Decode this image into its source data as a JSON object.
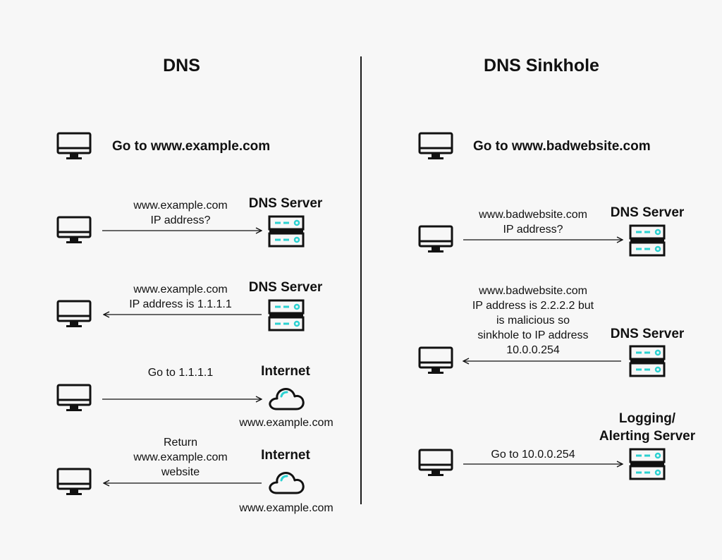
{
  "titles": {
    "left": "DNS",
    "right": "DNS Sinkhole"
  },
  "left": {
    "heading": "Go to www.example.com",
    "rows": [
      {
        "lines": [
          "www.example.com",
          "IP address?"
        ],
        "target_label": [
          "DNS Server"
        ],
        "icon": "server-icon",
        "direction": "right"
      },
      {
        "lines": [
          "www.example.com",
          "IP address is 1.1.1.1"
        ],
        "target_label": [
          "DNS Server"
        ],
        "icon": "server-icon",
        "direction": "left"
      },
      {
        "lines": [
          "Go to 1.1.1.1"
        ],
        "target_label": [
          "Internet"
        ],
        "target_sub": "www.example.com",
        "icon": "cloud-icon",
        "direction": "right"
      },
      {
        "lines": [
          "Return",
          "www.example.com",
          "website"
        ],
        "target_label": [
          "Internet"
        ],
        "target_sub": "www.example.com",
        "icon": "cloud-icon",
        "direction": "left"
      }
    ]
  },
  "right": {
    "heading": "Go to www.badwebsite.com",
    "rows": [
      {
        "lines": [
          "www.badwebsite.com",
          "IP address?"
        ],
        "target_label": [
          "DNS Server"
        ],
        "icon": "server-icon",
        "direction": "right"
      },
      {
        "lines": [
          "www.badwebsite.com",
          "IP address is 2.2.2.2 but",
          "is malicious so",
          "sinkhole to IP address",
          "10.0.0.254"
        ],
        "target_label": [
          "DNS Server"
        ],
        "icon": "server-icon",
        "direction": "left"
      },
      {
        "lines": [
          "Go to 10.0.0.254"
        ],
        "target_label": [
          "Logging/",
          "Alerting Server"
        ],
        "icon": "server-icon",
        "direction": "right"
      }
    ]
  },
  "colors": {
    "accent": "#2bd1d1",
    "stroke": "#111111",
    "background": "#f7f7f7"
  }
}
